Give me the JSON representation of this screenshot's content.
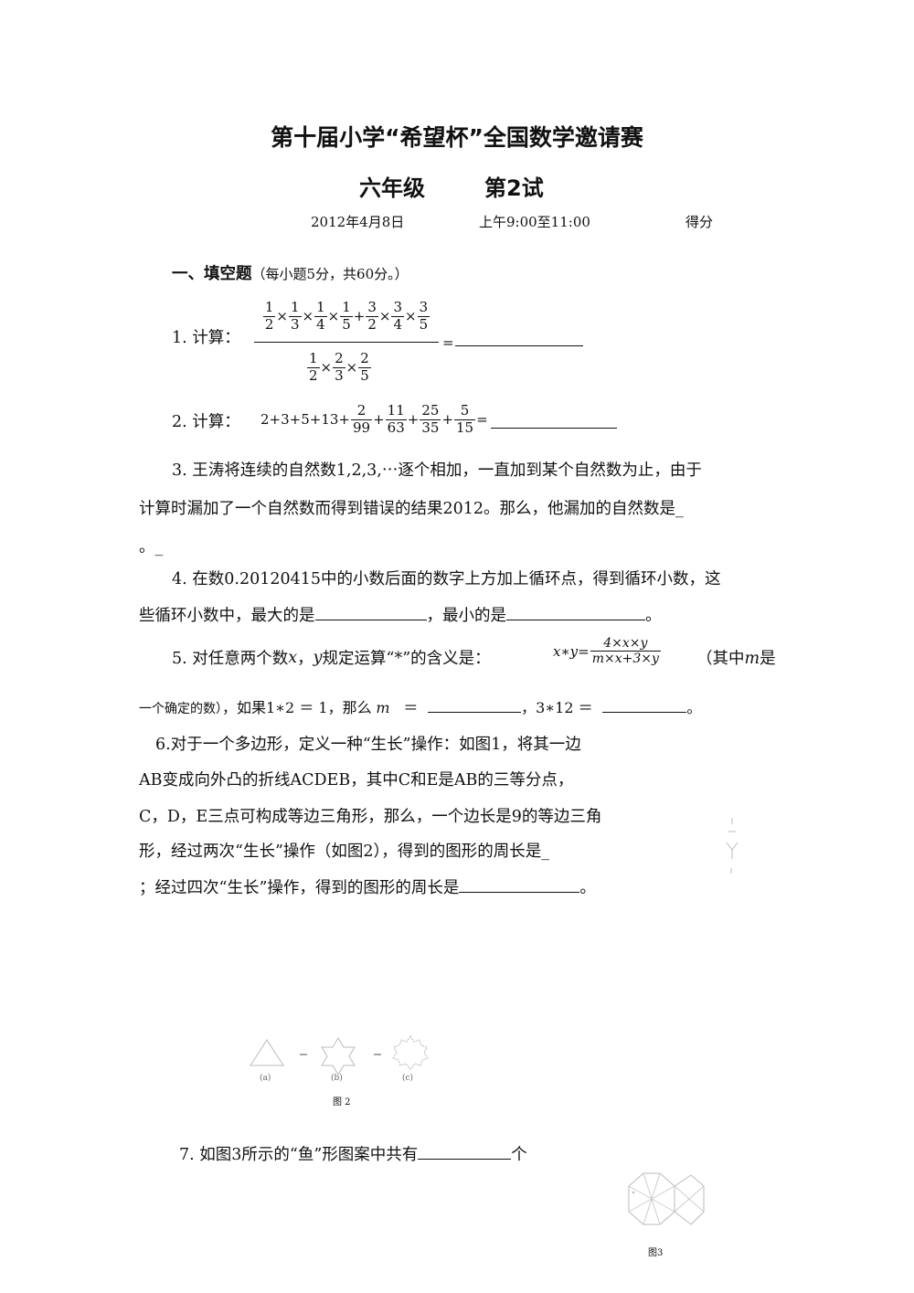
{
  "header": {
    "title": "第十届小学“希望杯”全国数学邀请赛",
    "grade": "六年级",
    "round": "第2试",
    "date": "2012年4月8日",
    "time": "上午9:00至11:00",
    "score_label": "得分"
  },
  "section1": {
    "heading": "一、填空题",
    "note": "（每小题5分，共60分。）"
  },
  "q1": {
    "label": "1. 计算：",
    "numerator_fracs": [
      [
        "1",
        "2"
      ],
      [
        "1",
        "3"
      ],
      [
        "1",
        "4"
      ],
      [
        "1",
        "5"
      ],
      [
        "3",
        "2"
      ],
      [
        "3",
        "4"
      ],
      [
        "3",
        "5"
      ]
    ],
    "numerator_ops": [
      "×",
      "×",
      "×",
      "+",
      "×",
      "×"
    ],
    "denominator_fracs": [
      [
        "1",
        "2"
      ],
      [
        "2",
        "3"
      ],
      [
        "2",
        "5"
      ]
    ],
    "denominator_ops": [
      "×",
      "×"
    ],
    "equals": "="
  },
  "q2": {
    "label": "2. 计算：",
    "lead": "2+3+5+13+",
    "fracs": [
      [
        "2",
        "99"
      ],
      [
        "11",
        "63"
      ],
      [
        "25",
        "35"
      ],
      [
        "5",
        "15"
      ]
    ],
    "ops": [
      "+",
      "+",
      "+"
    ],
    "equals": "="
  },
  "q3": {
    "line1": "3. 王涛将连续的自然数1,2,3,⋯逐个相加，一直加到某个自然数为止，由于",
    "line2": "计算时漏加了一个自然数而得到错误的结果2012。那么，他漏加的自然数是_",
    "line3": "。_"
  },
  "q4": {
    "line1": "4. 在数0.20120415中的小数后面的数字上方加上循环点，得到循环小数，这",
    "line2a": "些循环小数中，最大的是",
    "line2b": "，最小的是",
    "line2c": "。"
  },
  "q5": {
    "part1": "5. 对任意两个数",
    "x": "x",
    "sep": "，",
    "y": "y",
    "part2": "规定运算“*”的含义是：",
    "lhs": "x∗y=",
    "numerator": "4×x×y",
    "denominator": "m×x+3×y",
    "part3": "（其中",
    "m": "m",
    "part4": "是",
    "line2a": "一个确定的数）",
    "line2b": "，如果1∗2 ＝ 1，那么",
    "line2c": "＝",
    "line2d": "，3∗12 ＝",
    "line2e": "。"
  },
  "q6": {
    "line1": "6.对于一个多边形，定义一种“生长”操作：如图1，将其一边",
    "line2": "AB变成向外凸的折线ACDEB，其中C和E是AB的三等分点，",
    "line3": "C，D，E三点可构成等边三角形，那么，一个边长是9的等边三角",
    "line4": "形，经过两次“生长”操作（如图2），得到的图形的周长是_",
    "line5a": "；经过四次“生长”操作，得到的图形的周长是",
    "line5b": "。",
    "fig2_label": "图 2",
    "fig2_step_caps": [
      "(a)",
      "(b)",
      "(c)"
    ]
  },
  "q7": {
    "text": "7. 如图3所示的“鱼”形图案中共有",
    "unit": "个",
    "fig3_label": "图3"
  }
}
